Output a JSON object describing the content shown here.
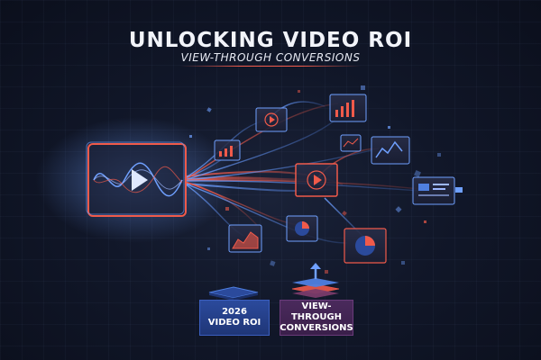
{
  "title": "UNLOCKING VIDEO ROI",
  "subtitle": "VIEW-THROUGH CONVERSIONS",
  "badges": {
    "left": {
      "line1": "2026",
      "line2": "VIDEO ROI"
    },
    "right": {
      "line1": "VIEW-THROUGH",
      "line2": "CONVERSIONS"
    }
  },
  "icons": {
    "source": "video-player-icon",
    "cards": [
      "play-icon",
      "bar-chart-icon",
      "bar-chart-icon",
      "line-chart-icon",
      "play-icon",
      "pie-chart-icon",
      "pie-chart-icon",
      "area-chart-icon",
      "document-icon",
      "line-chart-icon"
    ],
    "stack_left": "layers-icon",
    "stack_right": "layers-arrow-up-icon"
  },
  "colors": {
    "background": "#111729",
    "accent_red": "#f05a4a",
    "accent_blue": "#4f7fe0",
    "text": "#f2f4fa"
  }
}
